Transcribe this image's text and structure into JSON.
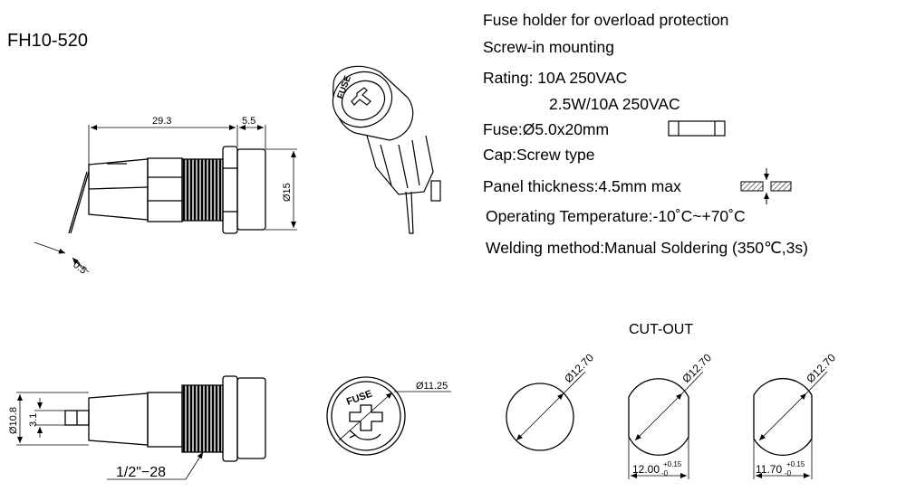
{
  "model": "FH10-520",
  "specs": {
    "line1": "Fuse holder for overload protection",
    "line2": "Screw-in mounting",
    "line3": "Rating: 10A 250VAC",
    "line4": "2.5W/10A 250VAC",
    "line5": "Fuse:Ø5.0x20mm",
    "line6": "Cap:Screw type",
    "line7": "Panel thickness:4.5mm max",
    "line8": "Operating Temperature:-10˚C~+70˚C",
    "line9": "Welding method:Manual Soldering (350℃,3s)"
  },
  "side_view": {
    "dim_length": "29.3",
    "dim_cap": "5.5",
    "dim_dia": "Ø15",
    "dim_pin": "0.5"
  },
  "bottom_view": {
    "dim_dia": "Ø10.8",
    "dim_pin": "3.1",
    "thread": "1/2\"−28"
  },
  "cap_view": {
    "dim_dia": "Ø11.25",
    "cap_text": "FUSE"
  },
  "iso_view": {
    "cap_text": "FUSE"
  },
  "cutout": {
    "title": "CUT-OUT",
    "hole1_dia": "Ø12.70",
    "hole2_dia": "Ø12.70",
    "hole3_dia": "Ø12.70",
    "hole2_flat": "12.00",
    "hole2_tol_plus": "+0.15",
    "hole2_tol_minus": "-0",
    "hole3_flat": "11.70",
    "hole3_tol_plus": "+0.15",
    "hole3_tol_minus": "-0"
  }
}
